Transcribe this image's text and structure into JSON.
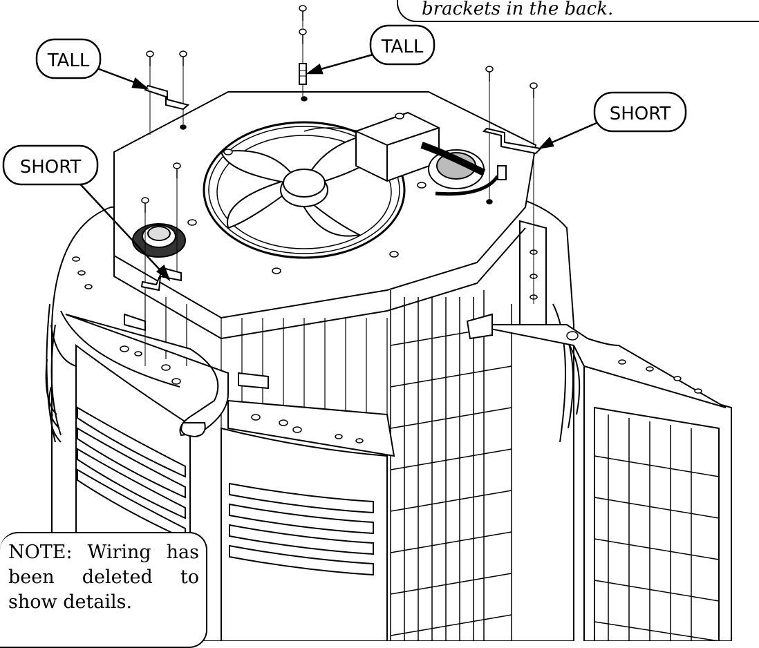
{
  "note_top": {
    "text": "brackets in the back."
  },
  "callouts": [
    {
      "id": "tall-left",
      "text": "TALL"
    },
    {
      "id": "tall-center",
      "text": "TALL"
    },
    {
      "id": "short-left",
      "text": "SHORT"
    },
    {
      "id": "short-right",
      "text": "SHORT"
    }
  ],
  "note_bottom": {
    "line1_a": "NOTE:",
    "line1_b": "Wiring",
    "line1_c": "has",
    "line2_a": "been",
    "line2_b": "deleted",
    "line2_c": "to",
    "line3": "show details."
  },
  "colors": {
    "line": "#000000",
    "fill": "#ffffff",
    "shade": "#dcdcdc"
  }
}
